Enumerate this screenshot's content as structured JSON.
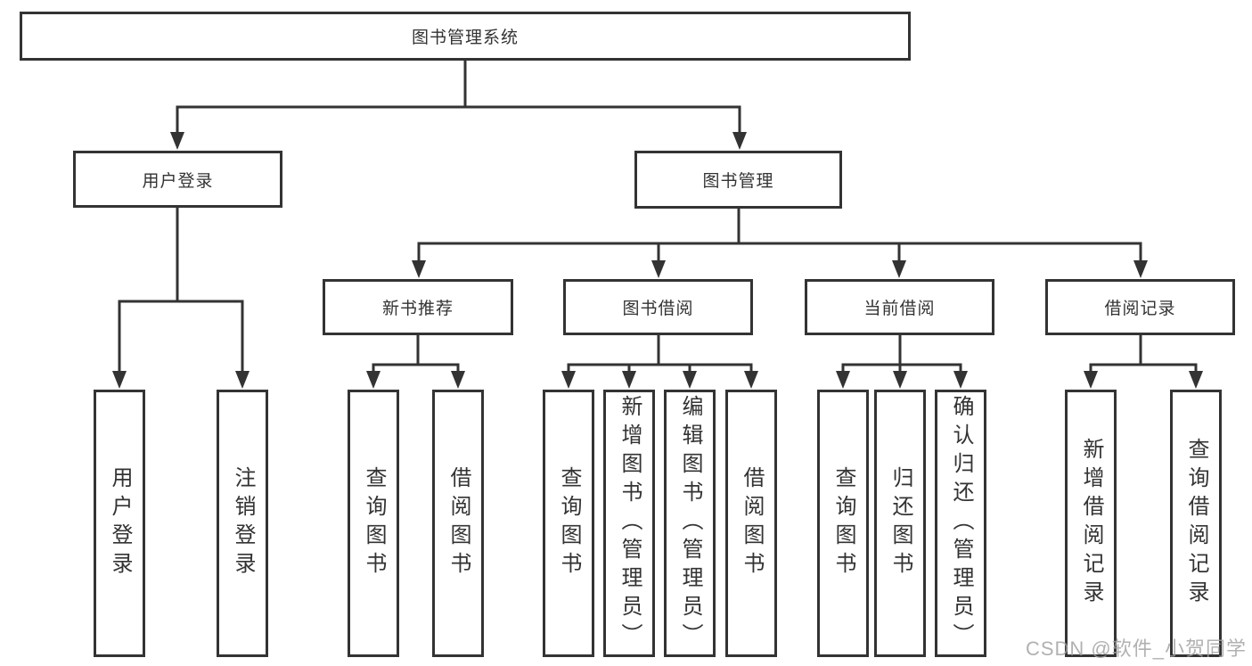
{
  "diagram": {
    "root": {
      "label": "图书管理系统"
    },
    "level2": {
      "user_login": {
        "label": "用户登录"
      },
      "book_mgmt": {
        "label": "图书管理"
      }
    },
    "level3": {
      "new_book_rec": {
        "label": "新书推荐"
      },
      "book_borrow": {
        "label": "图书借阅"
      },
      "current_borrow": {
        "label": "当前借阅"
      },
      "borrow_records": {
        "label": "借阅记录"
      }
    },
    "leaves": {
      "user_login": [
        "用户登录",
        "注销登录"
      ],
      "new_book_rec": [
        "查询图书",
        "借阅图书"
      ],
      "book_borrow": [
        "查询图书",
        "新增图书（管理员）",
        "编辑图书（管理员）",
        "借阅图书"
      ],
      "current_borrow": [
        "查询图书",
        "归还图书",
        "确认归还（管理员）"
      ],
      "borrow_records": [
        "新增借阅记录",
        "查询借阅记录"
      ]
    }
  },
  "watermark": "CSDN @软件_小贺同学",
  "colors": {
    "line": "#333333",
    "box_border": "#333333",
    "text": "#333333",
    "watermark": "#a0a0a0",
    "background": "#ffffff"
  }
}
